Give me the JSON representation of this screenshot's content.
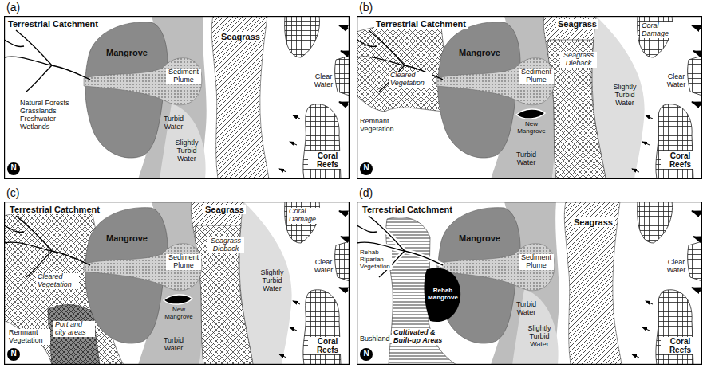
{
  "diagram": {
    "nodes": [
      {
        "text": [
          "(a)"
        ]
      },
      {
        "text": [
          "(b)"
        ]
      },
      {
        "text": [
          "(c)"
        ]
      },
      {
        "text": [
          "(d)"
        ]
      }
    ],
    "labels": [
      "Terrestrial Catchment",
      "Mangrove",
      "Sediment Plume",
      "Turbid Water",
      "Slightly Turbid Water",
      "Seagrass",
      "Clear Water",
      "Coral Reefs",
      "Natural Forests Grasslands Freshwater Wetlands",
      "N",
      "Terrestrial Catchment",
      "Mangrove",
      "Seagrass",
      "Coral Damage",
      "Cleared Vegetation",
      "Sediment Plume",
      "Seagrass Dieback",
      "Slightly Turbid Water",
      "Clear Water",
      "New Mangrove",
      "Remnant Vegetation",
      "Turbid Water",
      "Coral Reefs",
      "N",
      "Terrestrial Catchment",
      "Mangrove",
      "Seagrass",
      "Coral Damage",
      "Sediment Plume",
      "Seagrass Dieback",
      "Cleared Vegetation",
      "Port and city areas",
      "Slightly Turbid Water",
      "Clear Water",
      "New Mangrove",
      "Remnant Vegetation",
      "Turbid Water",
      "Coral Reefs",
      "N",
      "Terrestrial Catchment",
      "Seagrass",
      "Mangrove",
      "Rehab Riparian Vegetation",
      "Sediment Plume",
      "Rehab Mangrove",
      "Cultivated & Built-up Areas",
      "Clear Water",
      "Bushland",
      "Turbid Water",
      "Slightly Turbid Water",
      "Coral Reefs",
      "N"
    ]
  }
}
